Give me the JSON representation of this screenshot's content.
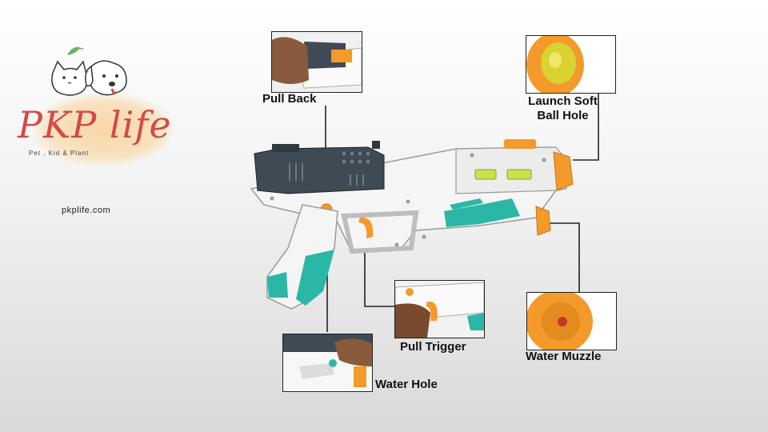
{
  "brand": {
    "name": "PKP life",
    "tagline": "Pet , Kid & Plant",
    "site": "pkplife.com"
  },
  "callouts": {
    "pull_back": "Pull Back",
    "launch_line1": "Launch Soft",
    "launch_line2": "Ball Hole",
    "pull_trigger": "Pull Trigger",
    "water_hole": "Water Hole",
    "water_muzzle": "Water Muzzle"
  },
  "colors": {
    "orange": "#f39a2b",
    "teal": "#2bb7a6",
    "gun_body": "#f4f4f4",
    "dark_gray": "#3f4a55",
    "brand_red": "#d24a4a"
  }
}
